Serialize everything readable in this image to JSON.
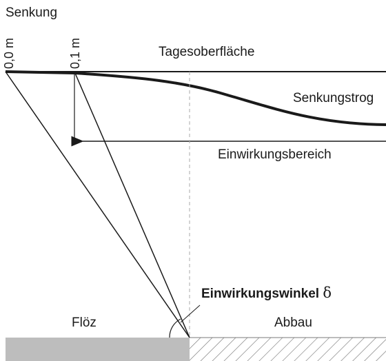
{
  "diagram": {
    "axis_label": "Senkung",
    "tick_0": "0,0 m",
    "tick_1": "0,1 m",
    "surface_label": "Tagesoberfläche",
    "trough_label": "Senkungstrog",
    "influence_range_label": "Einwirkungsbereich",
    "angle_label": "Einwirkungswinkel",
    "angle_symbol": "δ",
    "seam_label": "Flöz",
    "mining_label": "Abbau"
  }
}
